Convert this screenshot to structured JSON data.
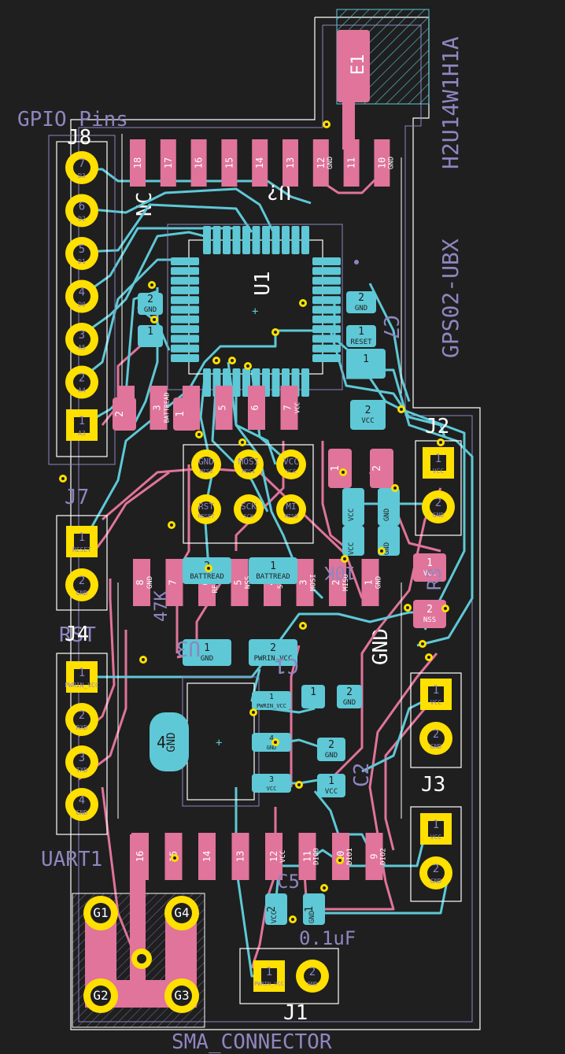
{
  "title_vertical": "H2U14W1H1A",
  "module_name": "GPS02-UBX",
  "gpio_title": "GPIO Pins",
  "sma_label": "SMA_CONNECTOR",
  "uart_label": "UART1",
  "rst_label": "RST",
  "antenna_ref": "E1",
  "u1_ref": "U1",
  "u2_ref": "U?",
  "nc_label": "NC",
  "gnd_big": "GND",
  "cap_value": "0.1uF",
  "refs": {
    "J8": "J8",
    "J7": "J7",
    "J4": "J4",
    "J1": "J1",
    "J2": "J2",
    "J3": "J3",
    "C1": "C1",
    "C2": "C2",
    "C5": "C5",
    "C7": "C7",
    "U3": "U3",
    "R3": "R3"
  },
  "colors": {
    "background": "#1f1f1f",
    "front_copper": "#e0749a",
    "back_copper": "#5ec8d6",
    "silk": "#8e86c0",
    "pad": "#ffe000",
    "outline": "#ffffff"
  },
  "j8_pins": [
    {
      "num": "7",
      "net": "D3"
    },
    {
      "num": "6",
      "net": "D2"
    },
    {
      "num": "5",
      "net": "D1"
    },
    {
      "num": "4",
      "net": "D0"
    },
    {
      "num": "3",
      "net": "A5"
    },
    {
      "num": "2",
      "net": "A4"
    },
    {
      "num": "1",
      "net": "A3"
    }
  ],
  "j7_pins": [
    {
      "num": "1",
      "net": "RESET"
    },
    {
      "num": "2",
      "net": "GND"
    }
  ],
  "j4_pins": [
    {
      "num": "1",
      "net": "PWRIN_VCC"
    },
    {
      "num": "2",
      "net": "RXD"
    },
    {
      "num": "3",
      "net": "TXD"
    },
    {
      "num": "4",
      "net": "GND"
    }
  ],
  "j2_pins": [
    {
      "num": "1",
      "net": "VCC"
    },
    {
      "num": "2",
      "net": "GND"
    }
  ],
  "j3a_pins": [
    {
      "num": "1",
      "net": "VCC"
    },
    {
      "num": "2",
      "net": "GND"
    }
  ],
  "j3b_pins": [
    {
      "num": "1",
      "net": "VCC"
    },
    {
      "num": "2",
      "net": "GND"
    }
  ],
  "j1_pins": [
    {
      "num": "1",
      "net": "PWRIN_VCC"
    },
    {
      "num": "2",
      "net": "GND"
    }
  ],
  "sma_pins": [
    "G1",
    "G4",
    "G2",
    "G3"
  ],
  "top_pads": [
    "18",
    "17",
    "16",
    "15",
    "14",
    "13",
    "12",
    "11",
    "10"
  ],
  "top_pad_nets": [
    "",
    "",
    "",
    "",
    "",
    "",
    "GND",
    "",
    "GND"
  ],
  "bottom_pads": [
    "16",
    "15",
    "14",
    "13",
    "12",
    "11",
    "10",
    "9"
  ],
  "bottom_pad_nets": [
    "",
    "",
    "",
    "",
    "VCC",
    "DIO0",
    "DIO1",
    "DIO2"
  ],
  "rf_mid_pads": [
    {
      "num": "8",
      "net": "GND"
    },
    {
      "num": "7",
      "net": ""
    },
    {
      "num": "6",
      "net": "RESET"
    },
    {
      "num": "5",
      "net": "NSS"
    },
    {
      "num": "4",
      "net": "SCK"
    },
    {
      "num": "3",
      "net": "MOSI"
    },
    {
      "num": "2",
      "net": "MISO"
    },
    {
      "num": "1",
      "net": "GND"
    }
  ],
  "u1_row_pads": [
    {
      "num": "2",
      "net": "RESET"
    },
    {
      "num": "3",
      "net": "BATTREAD"
    },
    {
      "num": "4",
      "net": ""
    },
    {
      "num": "5",
      "net": ""
    },
    {
      "num": "6",
      "net": ""
    },
    {
      "num": "7",
      "net": "VCC"
    }
  ],
  "isp_pins": [
    {
      "net": "GND",
      "sub": "MISO"
    },
    {
      "net": "MOSI",
      "sub": "MOSI"
    },
    {
      "net": "VCC",
      "sub": "VCC"
    },
    {
      "net": "RST",
      "sub": "RESET"
    },
    {
      "net": "SCK",
      "sub": "SCK"
    },
    {
      "net": "MI",
      "sub": "MISO"
    }
  ],
  "smd_labels": {
    "c_gnd_top": "GND",
    "c_vcc": "VCC",
    "batt1": "BATTREAD",
    "batt2": "BATTREAD",
    "pwrin": "PWRIN_VCC",
    "c3_gnd": "GND",
    "u3_gnd": "GND",
    "u3_vcc": "VCC",
    "u3_pwrin": "PWRIN_VCC",
    "u3_tab": "GND",
    "r3_vcc": "VCC",
    "r3_nss": "NSS",
    "c5_vcc": "VCC",
    "c5_gnd": "GND",
    "rstn": "RESET",
    "gnd_r": "GND",
    "vcc_r": "VCC",
    "c2_gnd": "GND",
    "c2_vcc": "VCC",
    "c1_gnd": "GND",
    "c1_vcc": "VCC",
    "d_gnd": "GND"
  },
  "silk_misc": {
    "tk": "47K",
    "one_k": "10K",
    "minus": "-",
    "plus": "+"
  }
}
